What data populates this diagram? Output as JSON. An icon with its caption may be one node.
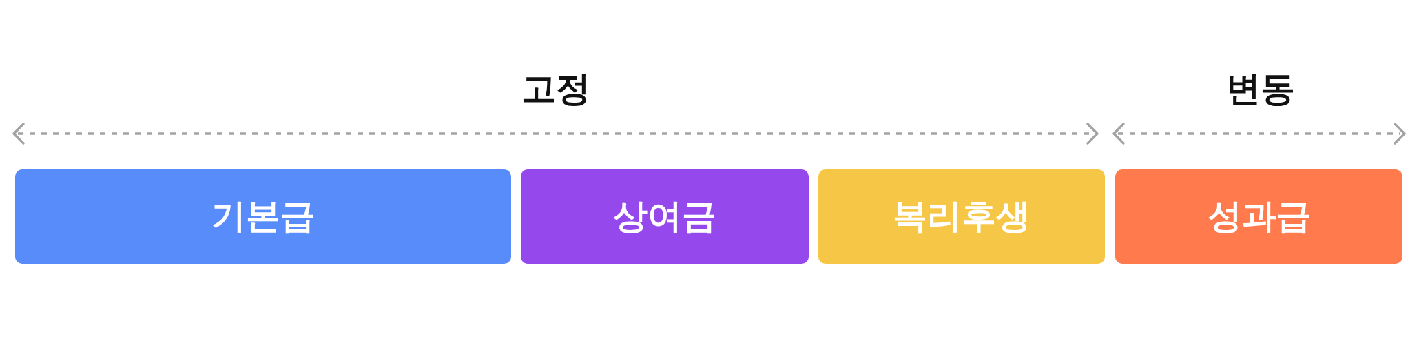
{
  "diagram": {
    "nodes": [
      {
        "text": [
          "기본급"
        ]
      },
      {
        "text": [
          "상여금"
        ]
      },
      {
        "text": [
          "복리후생"
        ]
      },
      {
        "text": [
          "성과급"
        ]
      }
    ],
    "labels": [
      "고정",
      "변동"
    ]
  }
}
